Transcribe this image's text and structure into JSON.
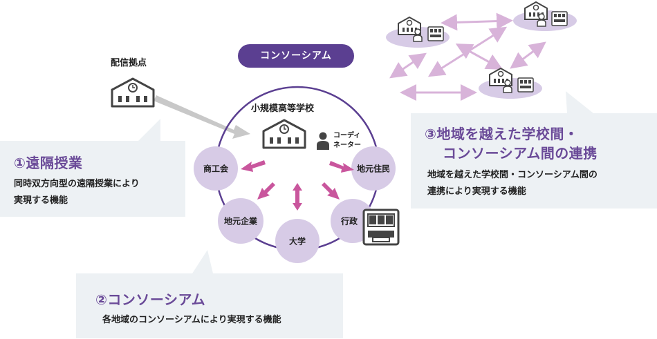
{
  "delivery_base": {
    "label": "配信拠点"
  },
  "consortium_badge": {
    "label": "コンソーシアム"
  },
  "center": {
    "school_label": "小規模高等学校",
    "coordinator_line1": "コーディ",
    "coordinator_line2": "ネーター"
  },
  "partners": {
    "commerce": "商工会",
    "residents": "地元住民",
    "companies": "地元企業",
    "university": "大学",
    "government": "行政"
  },
  "callouts": {
    "remote": {
      "title": "①遠隔授業",
      "line1": "同時双方向型の遠隔授業により",
      "line2": "実現する機能"
    },
    "consortium": {
      "title": "②コンソーシアム",
      "line1": "各地域のコンソーシアムにより実現する機能"
    },
    "inter_regional": {
      "title_line1": "③地域を越えた学校間・",
      "title_line2": "コンソーシアム間の連携",
      "line1": "地域を越えた学校間・コンソーシアム間の",
      "line2": "連携により実現する機能"
    }
  },
  "colors": {
    "accent_purple": "#5b3f91",
    "node_fill": "#d7cbe6",
    "arrow_pink": "#c9569d",
    "light_arrow": "#d8b3d9",
    "callout_bg": "#edf1f4",
    "ring": "#5b3f91"
  },
  "icons": [
    "school-icon",
    "person-icon",
    "government-building-icon"
  ]
}
